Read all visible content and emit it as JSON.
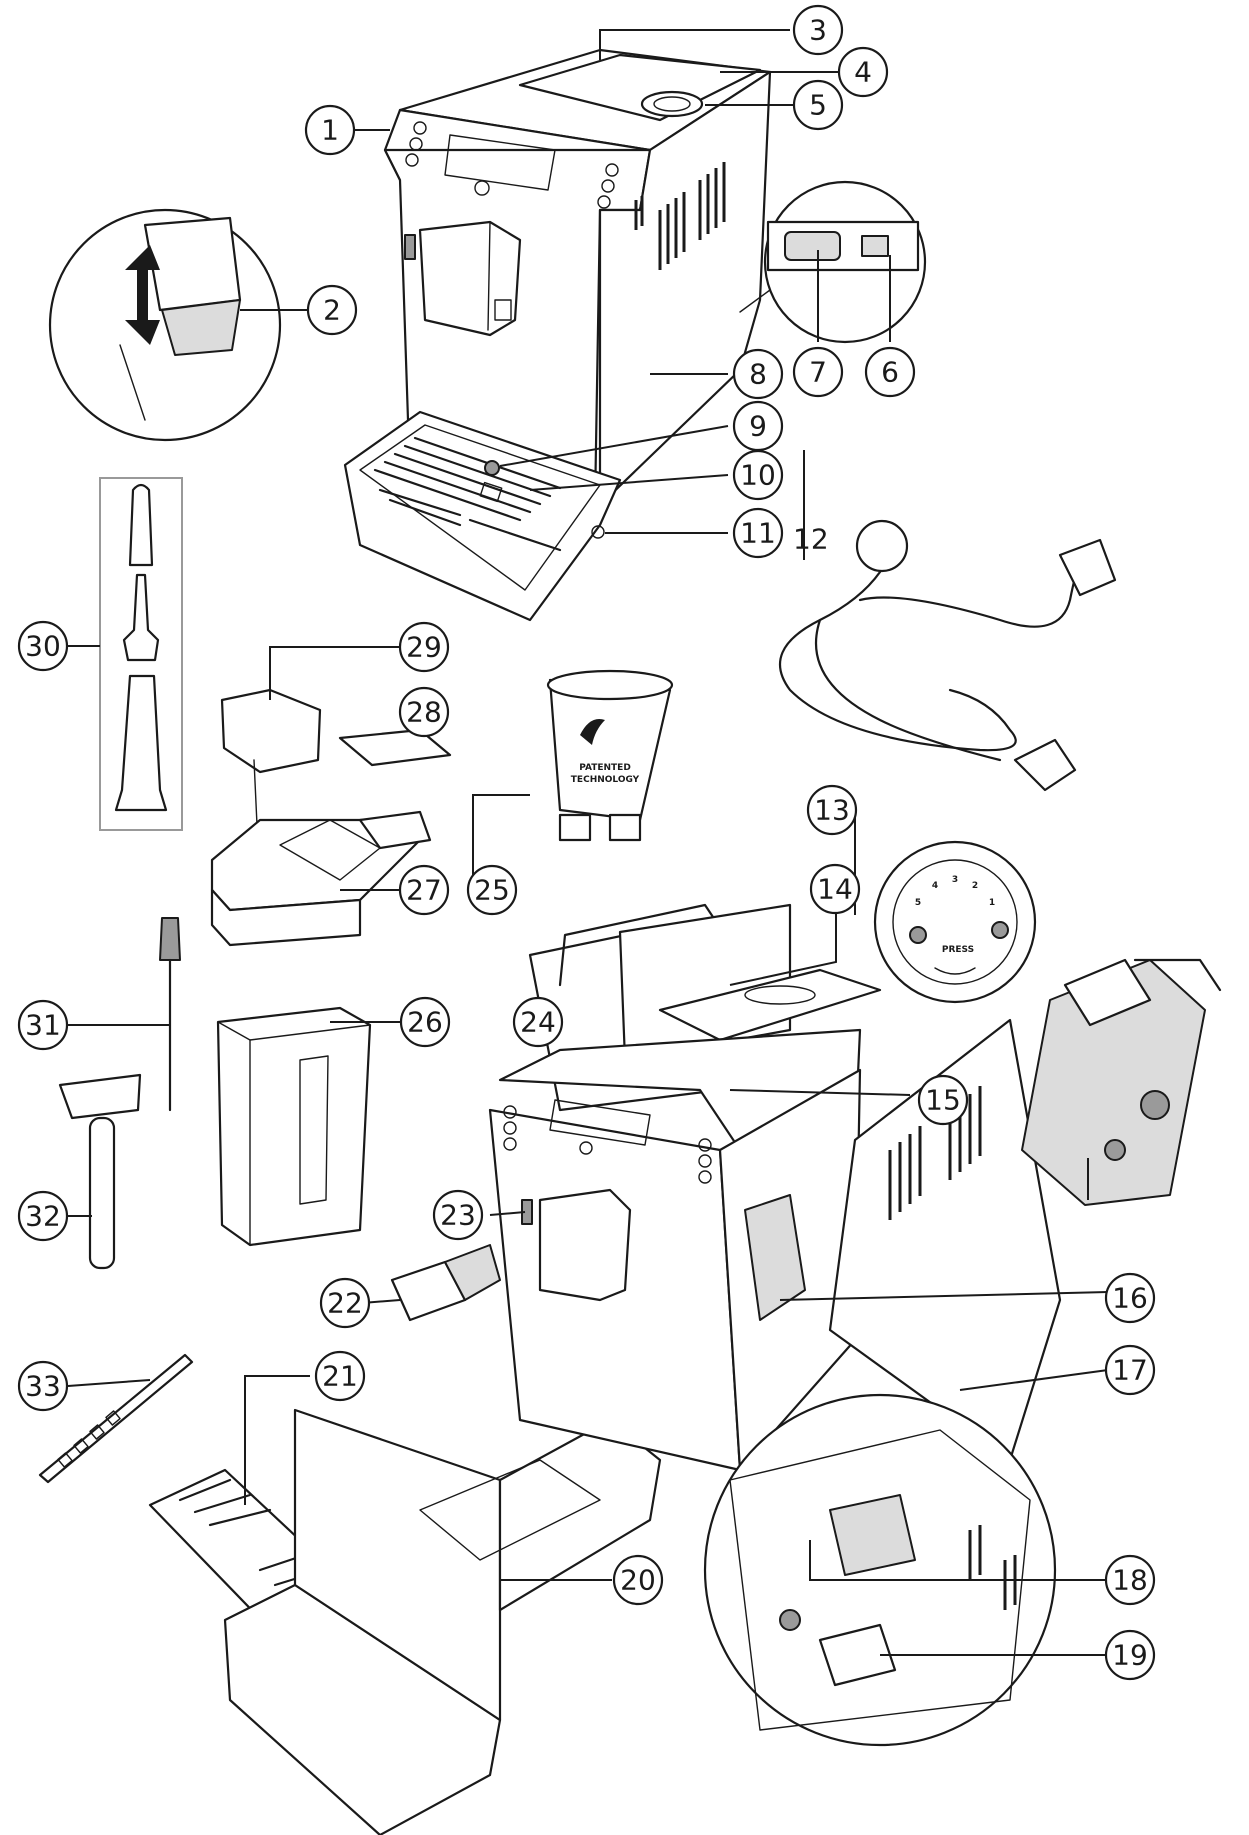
{
  "diagram": {
    "callouts": [
      {
        "label": "1"
      },
      {
        "label": "2"
      },
      {
        "label": "3"
      },
      {
        "label": "4"
      },
      {
        "label": "5"
      },
      {
        "label": "6"
      },
      {
        "label": "7"
      },
      {
        "label": "8"
      },
      {
        "label": "9"
      },
      {
        "label": "10"
      },
      {
        "label": "11"
      },
      {
        "label": "13"
      },
      {
        "label": "14"
      },
      {
        "label": "15"
      },
      {
        "label": "16"
      },
      {
        "label": "17"
      },
      {
        "label": "18"
      },
      {
        "label": "19"
      },
      {
        "label": "20"
      },
      {
        "label": "21"
      },
      {
        "label": "22"
      },
      {
        "label": "23"
      },
      {
        "label": "24"
      },
      {
        "label": "25"
      },
      {
        "label": "26"
      },
      {
        "label": "27"
      },
      {
        "label": "28"
      },
      {
        "label": "29"
      },
      {
        "label": "30"
      },
      {
        "label": "31"
      },
      {
        "label": "32"
      },
      {
        "label": "33"
      }
    ],
    "free_label": "12",
    "knob_text": "PRESS",
    "knob_numbers": [
      "5",
      "4",
      "3",
      "2",
      "1"
    ],
    "filter_text_1": "PATENTED",
    "filter_text_2": "TECHNOLOGY"
  }
}
